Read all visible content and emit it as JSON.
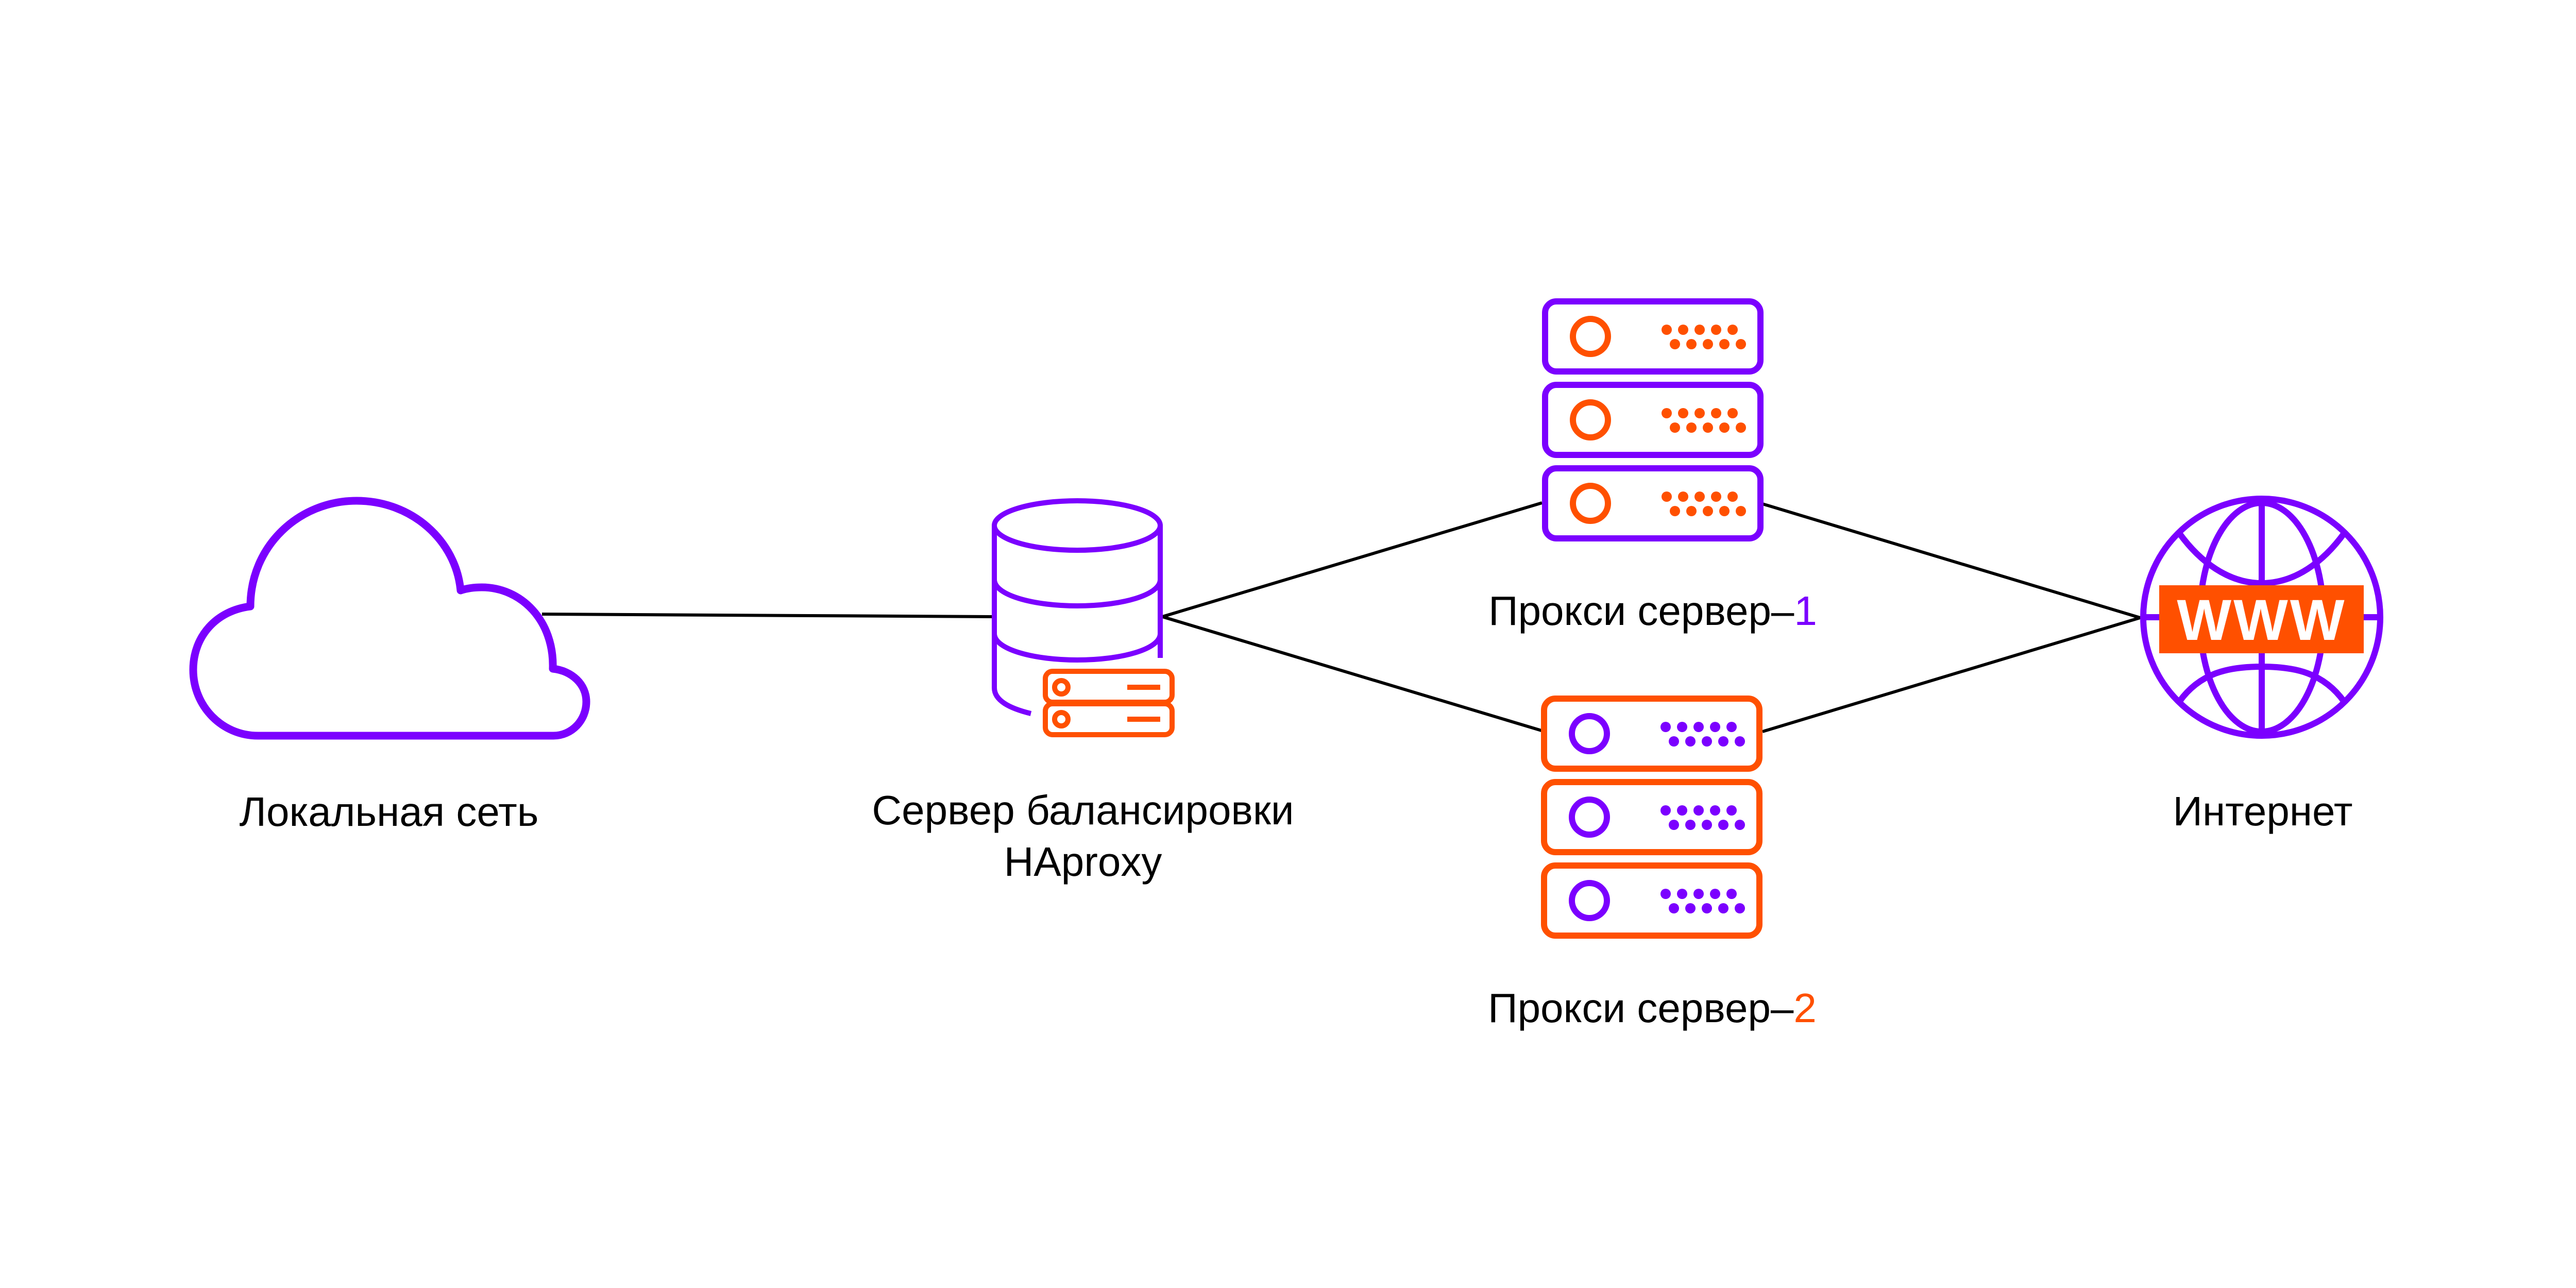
{
  "colors": {
    "purple": "#7B00FF",
    "orange": "#FF5000",
    "line": "#000000",
    "text": "#000000",
    "background": "#FFFFFF"
  },
  "nodes": {
    "local_network": {
      "label": "Локальная сеть",
      "icon": "cloud-icon"
    },
    "balancer": {
      "label_line1": "Сервер балансировки",
      "label_line2": "HAproxy",
      "icon": "database-server-icon"
    },
    "proxy1": {
      "label_prefix": "Прокси сервер–",
      "label_number": "1",
      "icon": "server-rack-icon",
      "frame_color": "#7B00FF",
      "detail_color": "#FF5000"
    },
    "proxy2": {
      "label_prefix": "Прокси сервер–",
      "label_number": "2",
      "icon": "server-rack-icon",
      "frame_color": "#FF5000",
      "detail_color": "#7B00FF"
    },
    "internet": {
      "label": "Интернет",
      "badge": "WWW",
      "icon": "globe-icon"
    }
  },
  "connections": [
    {
      "from": "local_network",
      "to": "balancer"
    },
    {
      "from": "balancer",
      "to": "proxy1"
    },
    {
      "from": "balancer",
      "to": "proxy2"
    },
    {
      "from": "proxy1",
      "to": "internet"
    },
    {
      "from": "proxy2",
      "to": "internet"
    }
  ]
}
